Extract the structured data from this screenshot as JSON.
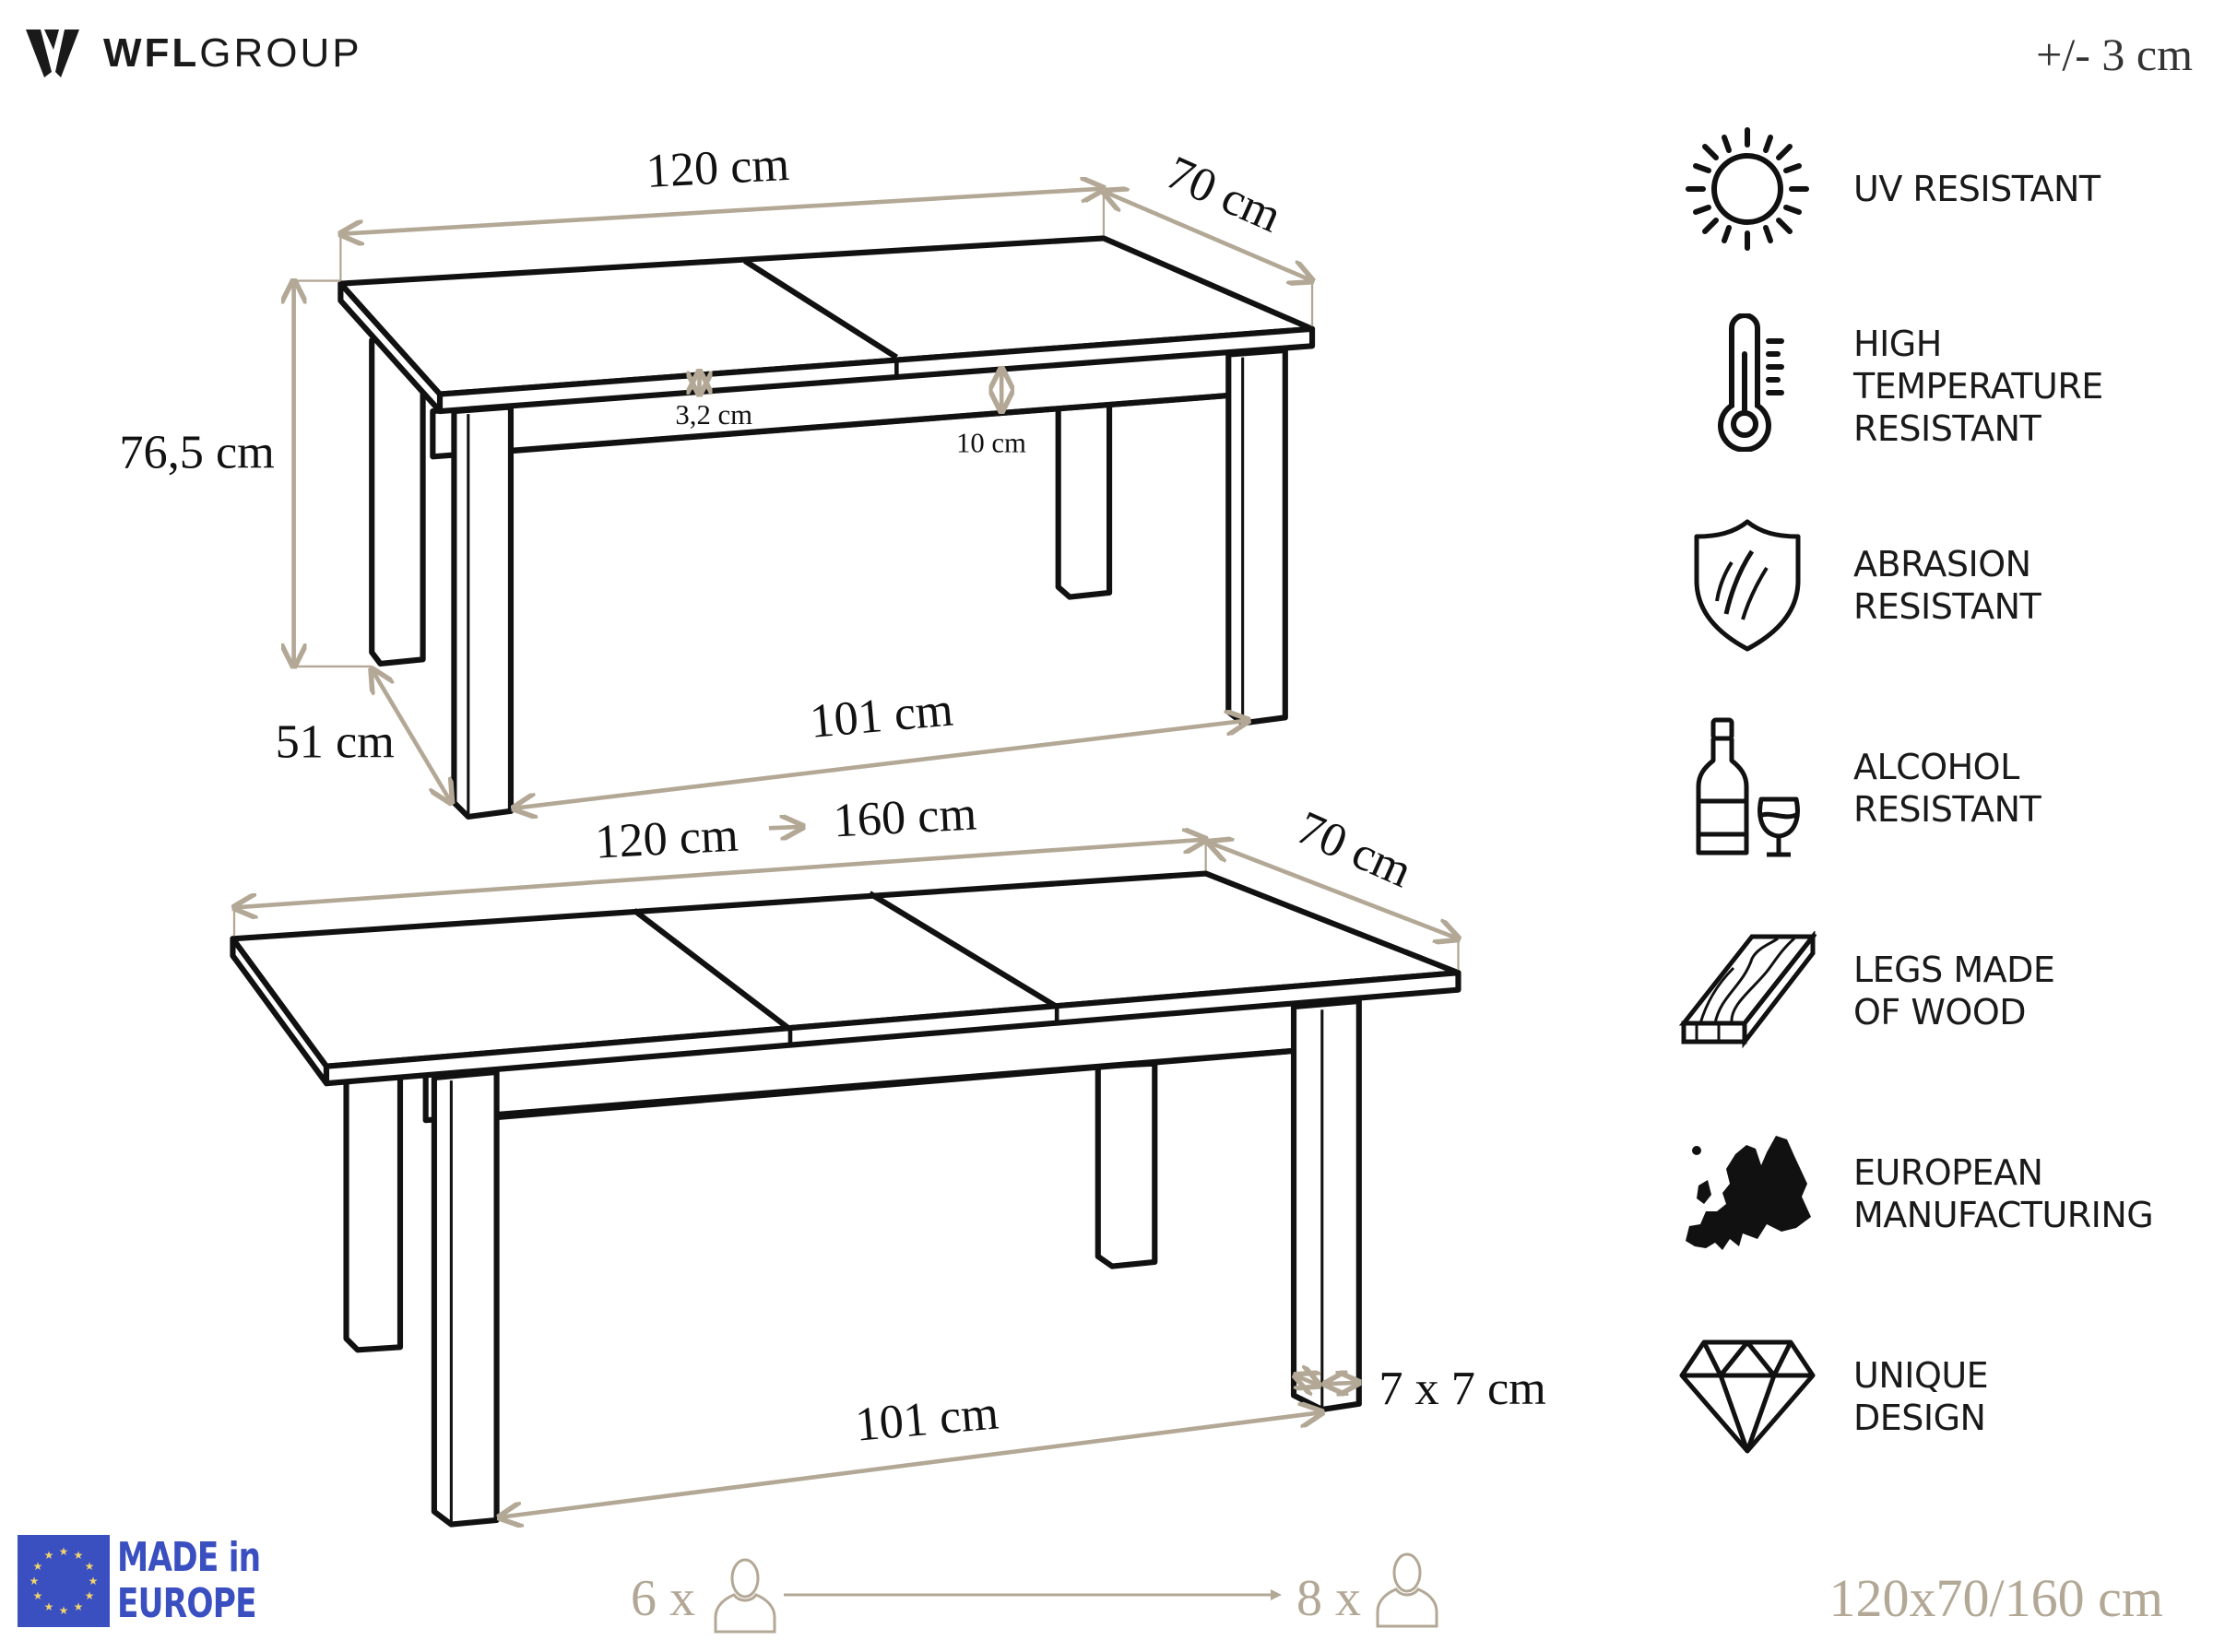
{
  "brand": {
    "logo_bold": "WFL",
    "logo_light": "GROUP"
  },
  "tolerance": "+/- 3 cm",
  "colors": {
    "accent": "#b3a896",
    "line": "#111111",
    "eu_blue": "#3a4fc0",
    "eu_star": "#f2d46b"
  },
  "top_table": {
    "length": "120 cm",
    "width": "70 cm",
    "height": "76,5 cm",
    "top_thickness": "3,2 cm",
    "apron_height": "10 cm",
    "leg_depth_span": "51 cm",
    "leg_span": "101 cm"
  },
  "bottom_table": {
    "length": "120 cm",
    "arrow": "→",
    "extended_length": "160 cm",
    "width": "70 cm",
    "leg_span": "101 cm",
    "leg_section": "7 x 7 cm"
  },
  "features": [
    {
      "icon": "sun-icon",
      "label": "UV RESISTANT"
    },
    {
      "icon": "thermometer-icon",
      "label": "HIGH\nTEMPERATURE\nRESISTANT"
    },
    {
      "icon": "shield-scratch-icon",
      "label": "ABRASION\nRESISTANT"
    },
    {
      "icon": "wine-bottle-glass-icon",
      "label": "ALCOHOL\nRESISTANT"
    },
    {
      "icon": "wood-plank-icon",
      "label": "LEGS MADE\nOF WOOD"
    },
    {
      "icon": "europe-map-icon",
      "label": "EUROPEAN\nMANUFACTURING"
    },
    {
      "icon": "diamond-icon",
      "label": "UNIQUE\nDESIGN"
    }
  ],
  "made_in": {
    "line1": "MADE in",
    "line2": "EUROPE"
  },
  "seating": {
    "from": "6 x",
    "to": "8 x"
  },
  "size_caption": "120x70/160 cm"
}
